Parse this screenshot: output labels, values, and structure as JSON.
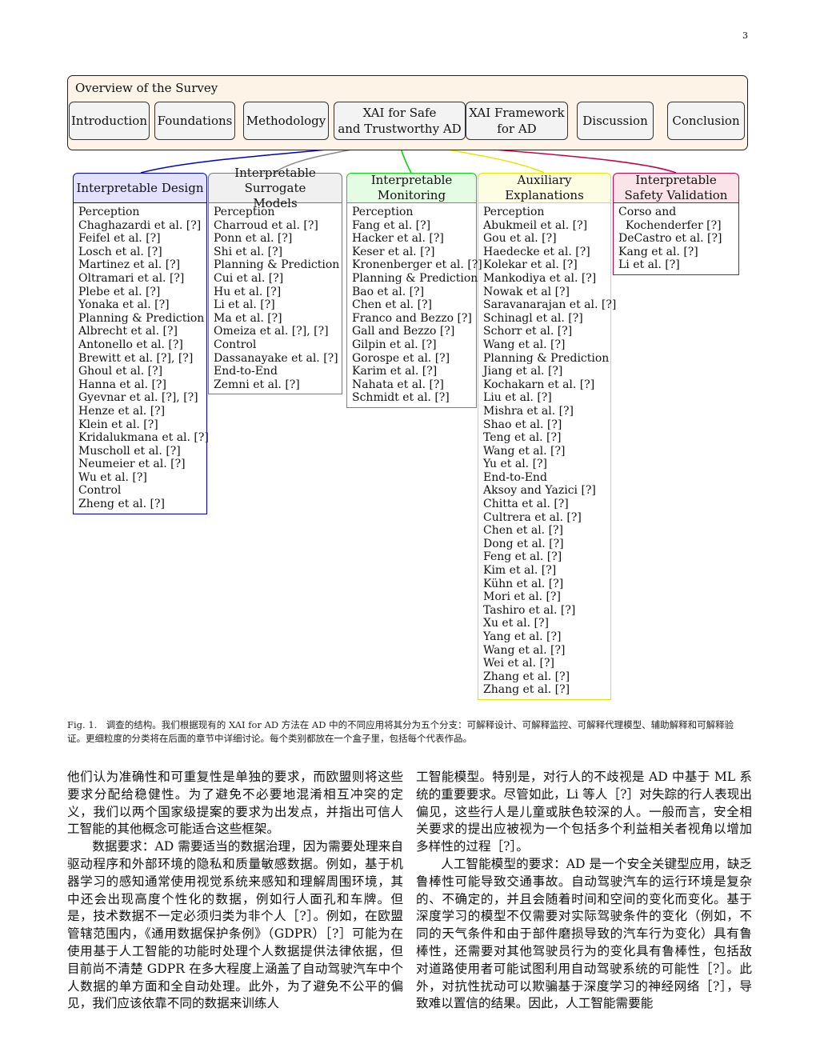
{
  "page_number": "3",
  "overview": {
    "title": "Overview of the Survey",
    "sections": [
      "Introduction",
      "Foundations",
      "Methodology",
      "XAI for Safe\nand Trustworthy AD",
      "XAI Framework\nfor AD",
      "Discussion",
      "Conclusion"
    ]
  },
  "categories": [
    {
      "title": "Interpretable Design",
      "color": "#0000cc",
      "bg": "#e2e2fd",
      "items": [
        "Perception",
        "Chaghazardi et al. [?]",
        "Feifel et al. [?]",
        "Losch et al. [?]",
        "Martinez et al. [?]",
        "Oltramari et al. [?]",
        "Plebe et al. [?]",
        "Yonaka et al. [?]",
        "Planning & Prediction",
        "Albrecht et al. [?]",
        "Antonello et al. [?]",
        "Brewitt et al. [?], [?]",
        "Ghoul et al. [?]",
        "Hanna et al. [?]",
        "Gyevnar et al. [?], [?]",
        "Henze et al. [?]",
        "Klein et al. [?]",
        "Kridalukmana et al. [?]",
        "Muscholl et al. [?]",
        "Neumeier et al. [?]",
        "Wu et al. [?]",
        "Control",
        "Zheng et al. [?]"
      ]
    },
    {
      "title": "Interpretable Surrogate\nModels",
      "color": "#777777",
      "bg": "#f0f0f0",
      "items": [
        "Perception",
        "Charroud et al. [?]",
        "Ponn et al. [?]",
        "Shi et al. [?]",
        "Planning & Prediction",
        "Cui et al. [?]",
        "Hu et al. [?]",
        "Li et al. [?]",
        "Ma et al. [?]",
        "Omeiza et al. [?], [?]",
        "Control",
        "Dassanayake et al. [?]",
        "End-to-End",
        "Zemni et al. [?]"
      ]
    },
    {
      "title": "Interpretable\nMonitoring",
      "color": "#00dd00",
      "bg": "#e4fbe4",
      "items": [
        "Perception",
        "Fang et al. [?]",
        "Hacker et al. [?]",
        "Keser et al. [?]",
        "Kronenberger et al. [?]",
        "Planning & Prediction",
        "Bao et al. [?]",
        "Chen et al. [?]",
        "Franco and Bezzo [?]",
        "Gall and Bezzo [?]",
        "Gilpin et al. [?]",
        "Gorospe et al. [?]",
        "Karim et al. [?]",
        "Nahata et al. [?]",
        "Schmidt et al. [?]"
      ]
    },
    {
      "title": "Auxiliary\nExplanations",
      "color": "#e6e600",
      "bg": "#fdfde3",
      "items": [
        "Perception",
        "Abukmeil et al. [?]",
        "Gou et al. [?]",
        "Haedecke et al. [?]",
        "Kolekar et al. [?]",
        "Mankodiya et al. [?]",
        "Nowak et al [?]",
        "Saravanarajan et al. [?]",
        "Schinagl et al. [?]",
        "Schorr et al. [?]",
        "Wang et al. [?]",
        "Planning & Prediction",
        "Jiang et al. [?]",
        "Kochakarn et al. [?]",
        "Liu et al. [?]",
        "Mishra et al. [?]",
        "Shao et al. [?]",
        "Teng et al. [?]",
        "Wang et al. [?]",
        "Yu et al. [?]",
        "End-to-End",
        "Aksoy and Yazici [?]",
        "Chitta et al. [?]",
        "Cultrera et al. [?]",
        "Chen et al. [?]",
        "Dong et al. [?]",
        "Feng et al. [?]",
        "Kim et al. [?]",
        "Kühn et al. [?]",
        "Mori et al. [?]",
        "Tashiro et al. [?]",
        "Xu et al. [?]",
        "Yang et al. [?]",
        "Wang et al. [?]",
        "Wei et al. [?]",
        "Zhang et al. [?]",
        "Zhang et al. [?]"
      ]
    },
    {
      "title": "Interpretable\nSafety Validation",
      "color": "#cc0044",
      "bg": "#fbe3ea",
      "items": [
        "Corso and",
        "  Kochenderfer [?]",
        "DeCastro et al. [?]",
        "Kang et al. [?]",
        "Li et al. [?]"
      ]
    }
  ],
  "caption": "Fig. 1.　调查的结构。我们根据现有的 XAI for AD 方法在 AD 中的不同应用将其分为五个分支：可解释设计、可解释监控、可解释代理模型、辅助解释和可解释验证。更细粒度的分类将在后面的章节中详细讨论。每个类别都放在一个盒子里，包括每个代表作品。",
  "body": {
    "left": [
      "他们认为准确性和可重复性是单独的要求，而欧盟则将这些要求分配给稳健性。为了避免不必要地混淆相互冲突的定义，我们以两个国家级提案的要求为出发点，并指出可信人工智能的其他概念可能适合这些框架。",
      "数据要求：AD 需要适当的数据治理，因为需要处理来自驱动程序和外部环境的隐私和质量敏感数据。例如，基于机器学习的感知通常使用视觉系统来感知和理解周围环境，其中还会出现高度个性化的数据，例如行人面孔和车牌。但是，技术数据不一定必须归类为非个人［?］。例如，在欧盟管辖范围内，《通用数据保护条例》（GDPR）［?］可能为在使用基于人工智能的功能时处理个人数据提供法律依据，但目前尚不清楚 GDPR 在多大程度上涵盖了自动驾驶汽车中个人数据的单方面和全自动处理。此外，为了避免不公平的偏见，我们应该依靠不同的数据来训练人"
    ],
    "right": [
      "工智能模型。特别是，对行人的不歧视是 AD 中基于 ML 系统的重要要求。尽管如此，Li 等人［?］对失踪的行人表现出偏见，这些行人是儿童或肤色较深的人。一般而言，安全相关要求的提出应被视为一个包括多个利益相关者视角以增加多样性的过程［?］。",
      "人工智能模型的要求：AD 是一个安全关键型应用，缺乏鲁棒性可能导致交通事故。自动驾驶汽车的运行环境是复杂的、不确定的，并且会随着时间和空间的变化而变化。基于深度学习的模型不仅需要对实际驾驶条件的变化（例如，不同的天气条件和由于部件磨损导致的汽车行为变化）具有鲁棒性，还需要对其他驾驶员行为的变化具有鲁棒性，包括敌对道路使用者可能试图利用自动驾驶系统的可能性［?］。此外，对抗性扰动可以欺骗基于深度学习的神经网络［?］，导致难以置信的结果。因此，人工智能需要能"
    ]
  }
}
